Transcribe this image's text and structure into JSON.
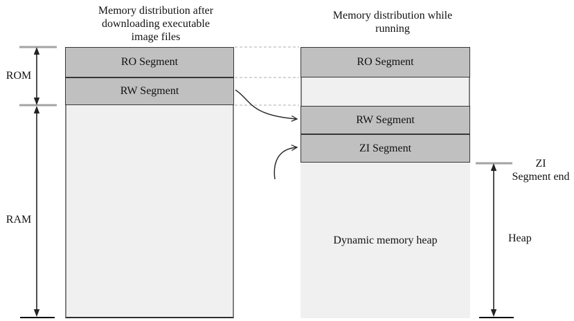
{
  "diagram": {
    "left_title": "Memory distribution after downloading executable image files",
    "right_title": "Memory distribution while running",
    "left_column": {
      "ro_label": "RO Segment",
      "rw_label": "RW Segment"
    },
    "right_column": {
      "ro_label": "RO Segment",
      "rw_label": "RW Segment",
      "zi_label": "ZI Segment",
      "heap_label": "Dynamic memory heap"
    },
    "side_labels": {
      "rom": "ROM",
      "ram": "RAM",
      "heap": "Heap",
      "zi_end_line1": "ZI",
      "zi_end_line2": "Segment end"
    },
    "colors": {
      "segment_dark": "#c0c0c0",
      "segment_light": "#f0f0f0",
      "segment_border": "#363636",
      "container_border": "#7f7f7f",
      "tick_gray": "#a3a3a3",
      "arrow_black": "#222222",
      "dash_gray": "#c8c8c8"
    }
  }
}
